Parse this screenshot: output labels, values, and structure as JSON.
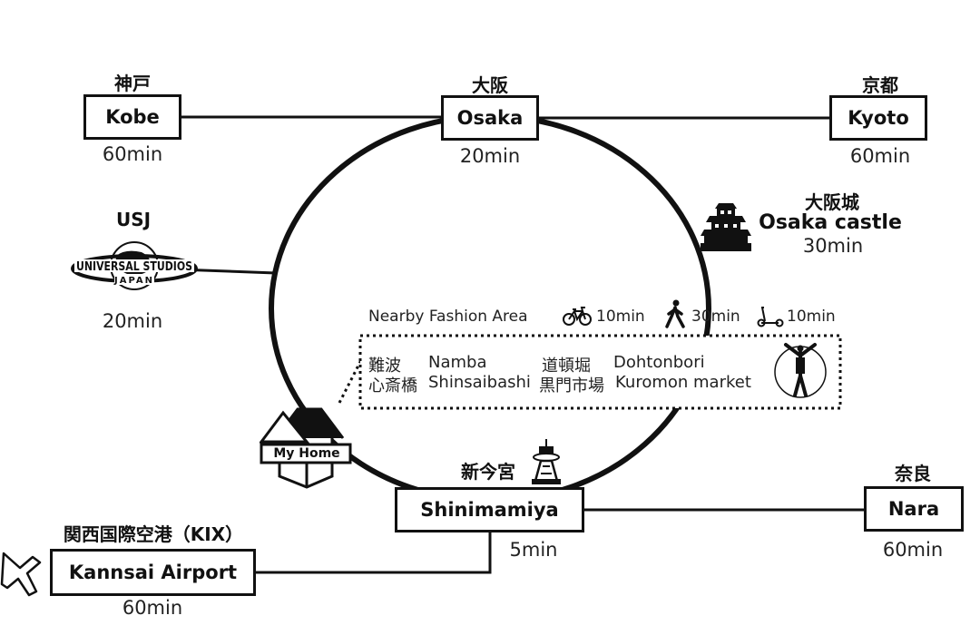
{
  "stations": {
    "kobe": {
      "jp": "神戸",
      "en": "Kobe",
      "time": "60min"
    },
    "osaka": {
      "jp": "大阪",
      "en": "Osaka",
      "time": "20min"
    },
    "kyoto": {
      "jp": "京都",
      "en": "Kyoto",
      "time": "60min"
    },
    "shinimamiya": {
      "jp": "新今宮",
      "en": "Shinimamiya",
      "time": "5min"
    },
    "nara": {
      "jp": "奈良",
      "en": "Nara",
      "time": "60min"
    },
    "airport": {
      "jp": "関西国際空港（KIX）",
      "en": "Kannsai Airport",
      "time": "60min"
    }
  },
  "usj": {
    "label": "USJ",
    "time": "20min",
    "logo_line1": "UNIVERSAL STUDIOS",
    "logo_line2": "JAPAN"
  },
  "castle": {
    "jp": "大阪城",
    "en": "Osaka castle",
    "time": "30min"
  },
  "home": {
    "label": "My Home"
  },
  "fashion": {
    "title": "Nearby Fashion Area",
    "bike_time": "10min",
    "walk_time": "30min",
    "scooter_time": "10min",
    "areas": [
      {
        "jp": "難波",
        "en": "Namba"
      },
      {
        "jp": "道頓堀",
        "en": "Dohtonbori"
      },
      {
        "jp": "心斎橋",
        "en": "Shinsaibashi"
      },
      {
        "jp": "黒門市場",
        "en": "Kuromon market"
      }
    ]
  },
  "icons": [
    "castle-icon",
    "bicycle-icon",
    "walking-person-icon",
    "kick-scooter-icon",
    "tsutenkaku-tower-icon",
    "airplane-icon",
    "house-icon",
    "glico-runner-icon"
  ]
}
